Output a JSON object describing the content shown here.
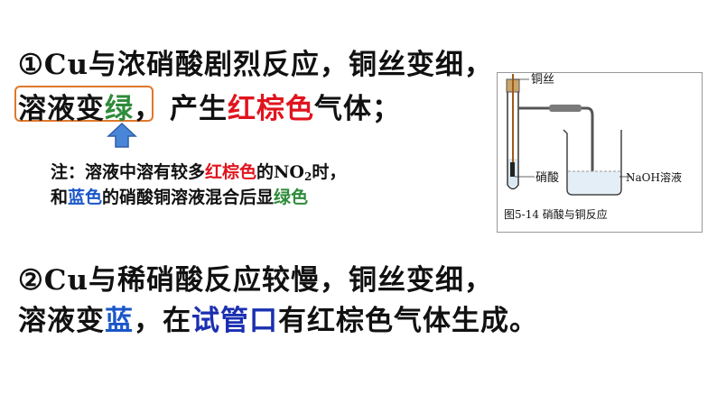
{
  "slide": {
    "line1": {
      "marker": "①",
      "text": "Cu与浓硝酸剧烈反应，铜丝变细，"
    },
    "line2": {
      "p1": "溶液变",
      "green": "绿",
      "p2": "，",
      "p3": "产生",
      "red": "红棕色",
      "p4": "气体；"
    },
    "note": {
      "n1_a": "注：溶液中溶有较多",
      "n1_red": "红棕色",
      "n1_b": "的NO",
      "n1_sub": "2",
      "n1_c": "时，",
      "n2_a": "和",
      "n2_blue": "蓝色",
      "n2_b": "的硝酸铜溶液混合后显",
      "n2_green": "绿色"
    },
    "line3": {
      "marker": "②",
      "text": "Cu与稀硝酸反应较慢，铜丝变细，"
    },
    "line4": {
      "p1": "溶液变",
      "blue": "蓝",
      "p2": "，在",
      "blue2": "试管口",
      "p3": "有红棕色气体生成。"
    }
  },
  "figure": {
    "label_wire": "铜丝",
    "label_acid": "硝酸",
    "label_naoh": "NaOH溶液",
    "caption": "图5-14   硝酸与铜反应"
  },
  "colors": {
    "green": "#2e8b3a",
    "red": "#e0141e",
    "blue": "#1a56c8",
    "box_border": "#e0782a",
    "arrow_fill": "#4a86d8"
  }
}
